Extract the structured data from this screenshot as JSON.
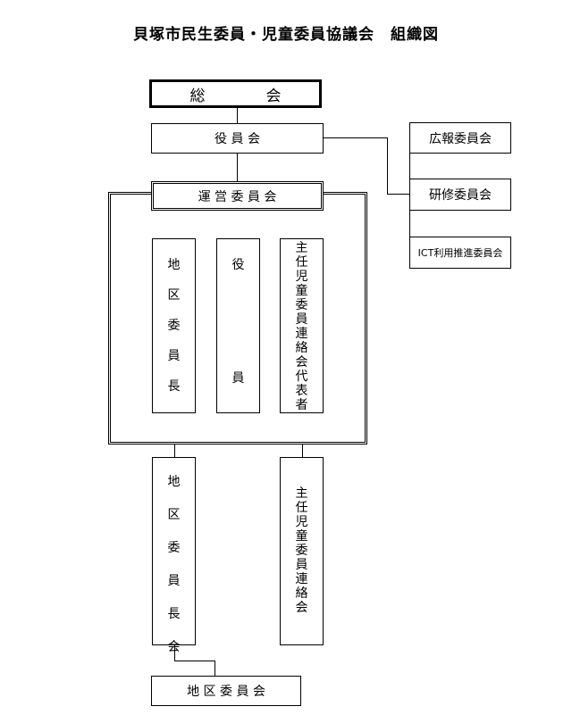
{
  "title": "貝塚市民生委員・児童委員協議会　組織図",
  "nodes": {
    "soukai": "総　　　　会",
    "yakuinkai": "役 員 会",
    "unei": "運 営 委 員 会",
    "kouhou": "広報委員会",
    "kenshu": "研修委員会",
    "ict": "ICT利用推進委員会",
    "inner_chiku": [
      "地",
      "区",
      "委",
      "員",
      "長"
    ],
    "inner_yakuin": [
      "役",
      "",
      "",
      "",
      "員"
    ],
    "inner_shunin": [
      "主",
      "任",
      "児",
      "童",
      "委",
      "員",
      "連",
      "絡",
      "会",
      "代",
      "表",
      "者"
    ],
    "chiku_iinchokai": [
      "地",
      "区",
      "委",
      "員",
      "長",
      "会"
    ],
    "shunin_renrakukai": [
      "主",
      "任",
      "児",
      "童",
      "委",
      "員",
      "連",
      "絡",
      "会"
    ],
    "chiku_iinkai": "地 区 委 員 会"
  }
}
